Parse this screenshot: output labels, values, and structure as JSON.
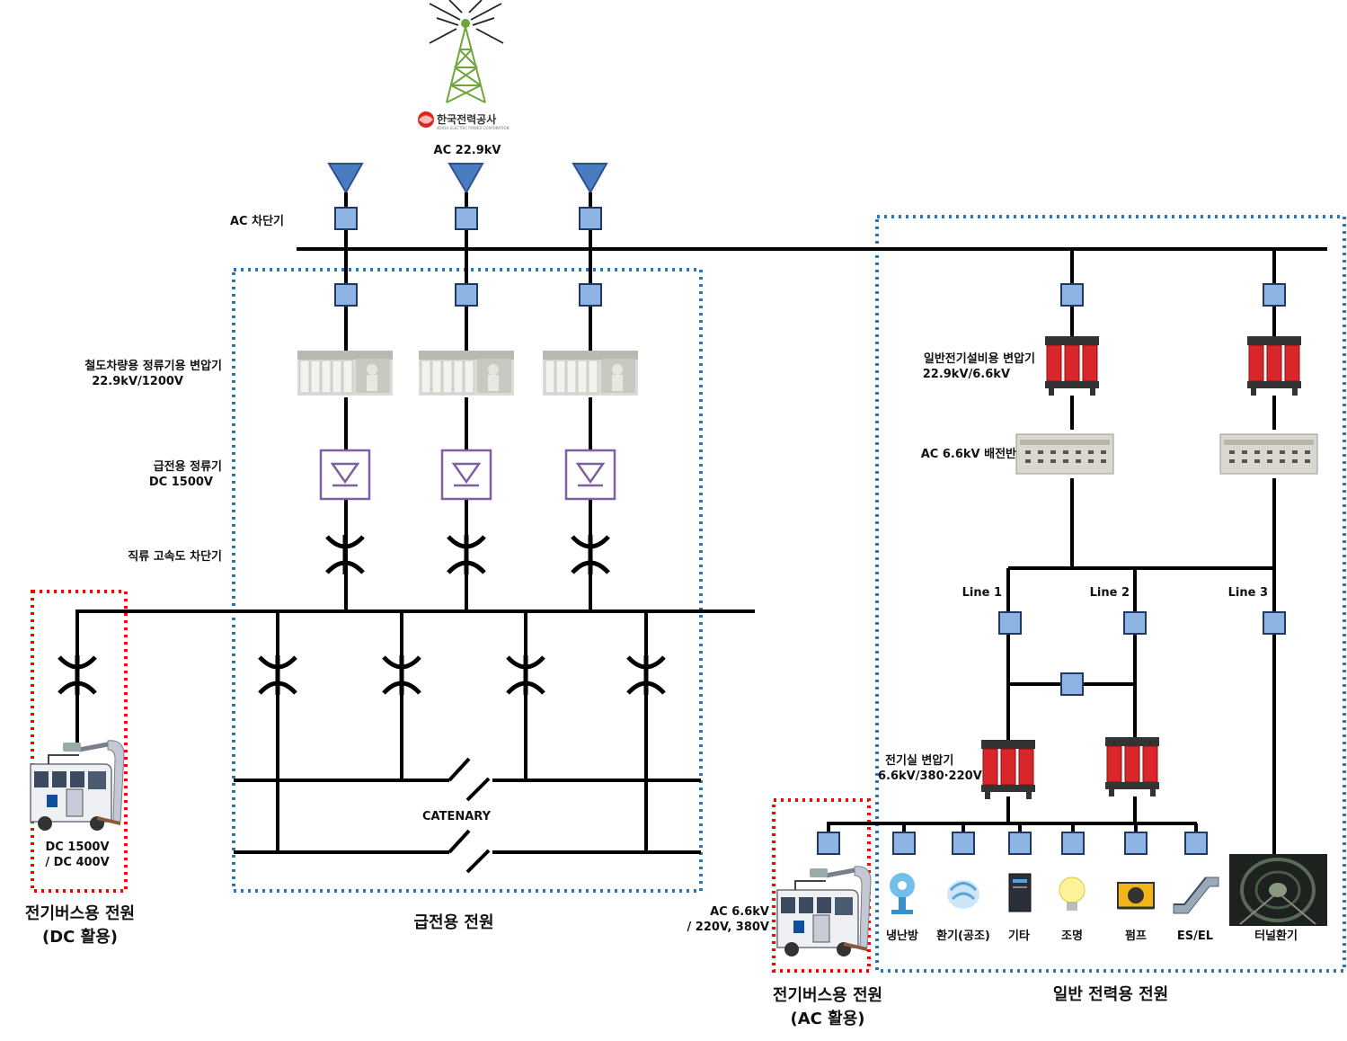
{
  "source": {
    "company_logo": "한국전력공사",
    "company_logo_sub": "KOREA ELECTRIC POWER CORPORATION",
    "voltage": "AC 22.9kV"
  },
  "labels": {
    "ac_breaker": "AC 차단기",
    "rect_transformer_1": "철도차량용 정류기용 변압기",
    "rect_transformer_2": "22.9kV/1200V",
    "rectifier_1": "급전용 정류기",
    "rectifier_2": "DC 1500V",
    "dc_breaker": "직류 고속도 차단기",
    "catenary": "CATENARY",
    "general_transformer_1": "일반전기설비용 변압기",
    "general_transformer_2": "22.9kV/6.6kV",
    "switchboard": "AC 6.6kV 배전반",
    "line1": "Line 1",
    "line2": "Line 2",
    "line3": "Line 3",
    "room_transformer_1": "전기실 변압기",
    "room_transformer_2": "6.6kV/380·220V",
    "dc_bus_voltage_1": "DC 1500V",
    "dc_bus_voltage_2": "/ DC 400V",
    "ac_bus_voltage_1": "AC 6.6kV",
    "ac_bus_voltage_2": "/ 220V, 380V"
  },
  "loads": [
    "냉난방",
    "환기(공조)",
    "기타",
    "조명",
    "펌프",
    "ES/EL",
    "터널환기"
  ],
  "sections": {
    "dc_bus_title_1": "전기버스용 전원",
    "dc_bus_title_2": "(DC 활용)",
    "feeding_title": "급전용 전원",
    "ac_bus_title_1": "전기버스용 전원",
    "ac_bus_title_2": "(AC 활용)",
    "general_title": "일반 전력용 전원"
  },
  "colors": {
    "breaker_fill": "#8eb4e3",
    "breaker_stroke": "#1f3864",
    "blue_dotted": "#2e75b6",
    "red_dotted": "#ff0000",
    "rectifier": "#7f5f9f",
    "transformer_red": "#d9262b",
    "line": "#000000",
    "triangle": "#4a7cc2"
  }
}
